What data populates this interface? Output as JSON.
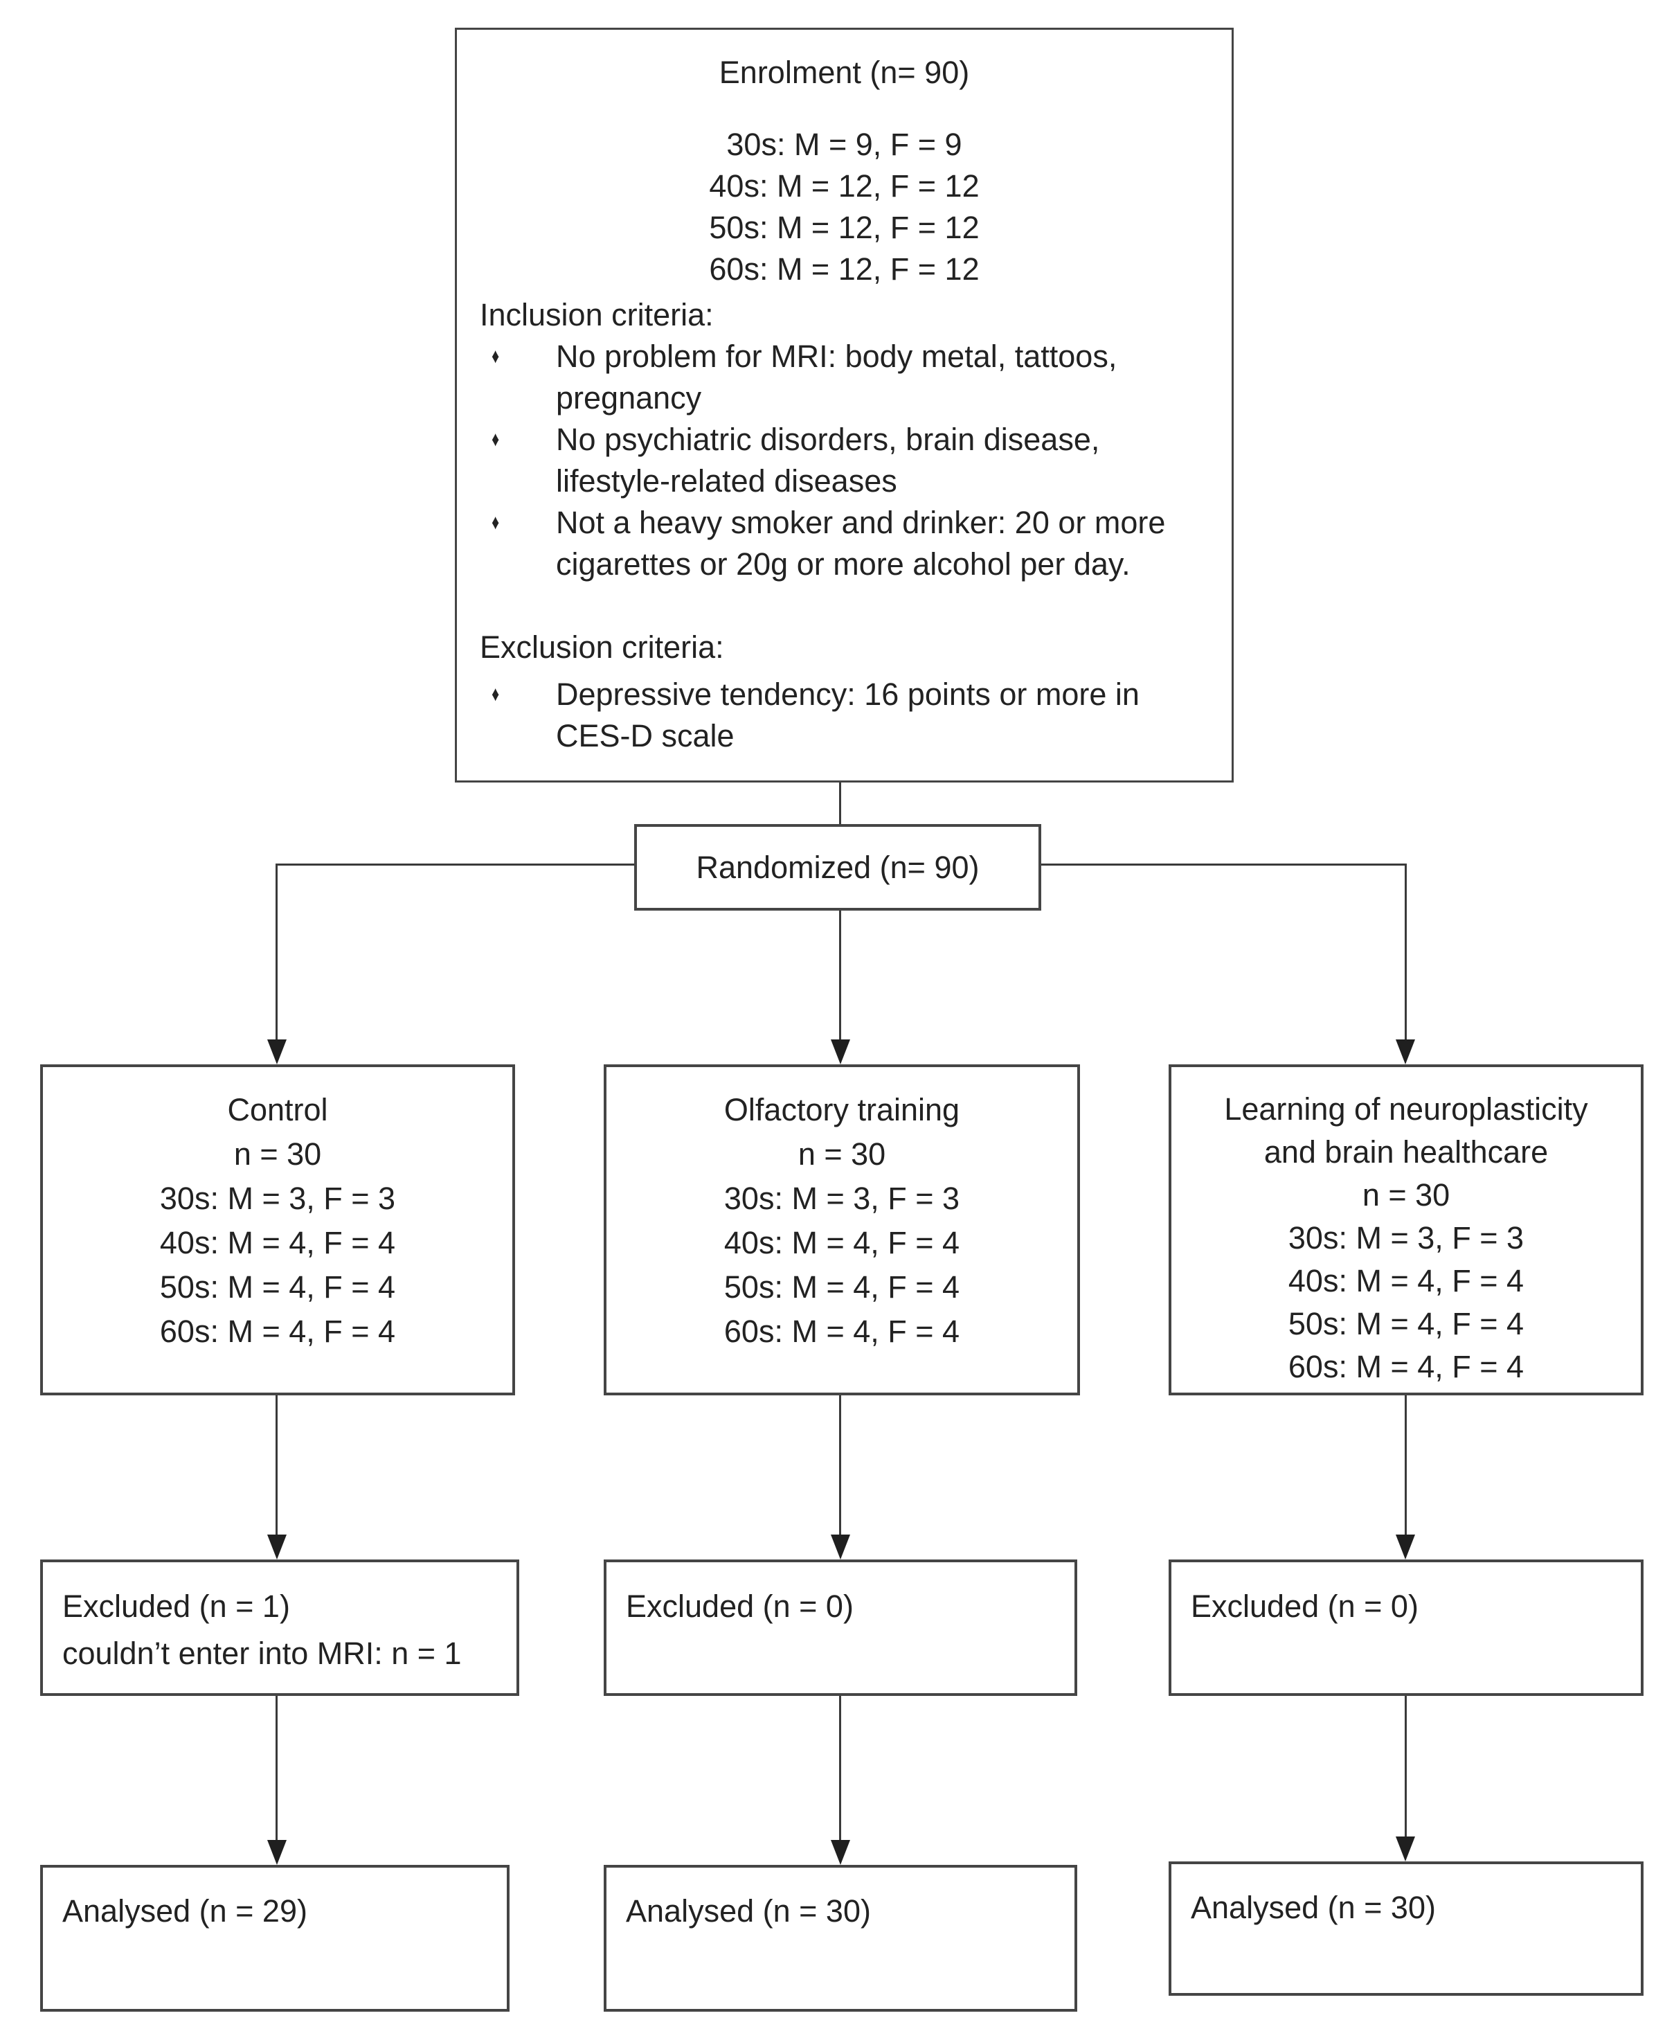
{
  "bullet_char": "♦",
  "colors": {
    "border": "#454545",
    "connector": "#3a3a3a",
    "text": "#222222",
    "background": "#ffffff"
  },
  "enrolment": {
    "title": "Enrolment (n= 90)",
    "demographics": [
      "30s: M = 9, F = 9",
      "40s: M = 12, F = 12",
      "50s: M = 12, F = 12",
      "60s: M = 12, F = 12"
    ],
    "inclusion_heading": "Inclusion criteria:",
    "inclusion_items": [
      {
        "lines": [
          "No problem for MRI: body metal, tattoos,",
          "pregnancy"
        ]
      },
      {
        "lines": [
          "No psychiatric disorders, brain disease,",
          "lifestyle-related diseases"
        ]
      },
      {
        "lines": [
          "Not a heavy smoker and drinker: 20 or more",
          "cigarettes or 20g or more alcohol per day."
        ]
      }
    ],
    "exclusion_heading": "Exclusion criteria:",
    "exclusion_items": [
      {
        "lines": [
          "Depressive tendency: 16 points or more in",
          "CES-D scale"
        ]
      }
    ]
  },
  "randomized": {
    "label": "Randomized (n= 90)"
  },
  "groups": [
    {
      "title_lines": [
        "Control"
      ],
      "n": "n = 30",
      "demographics": [
        "30s: M = 3, F = 3",
        "40s: M = 4, F = 4",
        "50s: M = 4, F = 4",
        "60s: M = 4, F = 4"
      ]
    },
    {
      "title_lines": [
        "Olfactory training"
      ],
      "n": "n = 30",
      "demographics": [
        "30s: M = 3, F = 3",
        "40s: M = 4, F = 4",
        "50s: M = 4, F = 4",
        "60s: M = 4, F = 4"
      ]
    },
    {
      "title_lines": [
        "Learning of neuroplasticity",
        "and brain healthcare"
      ],
      "n": "n = 30",
      "demographics": [
        "30s: M = 3, F = 3",
        "40s: M = 4, F = 4",
        "50s: M = 4, F = 4",
        "60s: M = 4, F = 4"
      ]
    }
  ],
  "excluded": [
    {
      "lines": [
        "Excluded (n = 1)",
        "couldn’t enter into MRI: n = 1"
      ]
    },
    {
      "lines": [
        "Excluded (n = 0)"
      ]
    },
    {
      "lines": [
        "Excluded (n = 0)"
      ]
    }
  ],
  "analysed": [
    {
      "label": "Analysed (n = 29)"
    },
    {
      "label": "Analysed (n = 30)"
    },
    {
      "label": "Analysed (n = 30)"
    }
  ]
}
